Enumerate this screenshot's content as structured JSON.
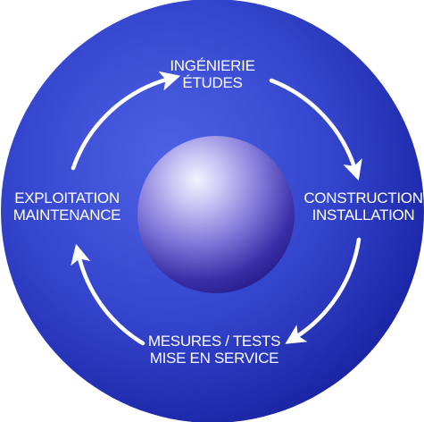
{
  "steps": [
    {
      "line1": "INGÉNIERIE",
      "line2": "ÉTUDES"
    },
    {
      "line1": "CONSTRUCTION",
      "line2": "INSTALLATION"
    },
    {
      "line1": "MESURES / TESTS",
      "line2": "MISE EN SERVICE"
    },
    {
      "line1": "EXPLOITATION",
      "line2": "MAINTENANCE"
    }
  ],
  "colors": {
    "disc_light": "#4a5ce0",
    "disc_dark": "#1b26a6",
    "sphere_highlight": "#f3f2ff",
    "sphere_mid": "#8a82e0",
    "sphere_dark": "#2a1f8f",
    "arrows": "#ffffff",
    "text": "#ffffff"
  }
}
